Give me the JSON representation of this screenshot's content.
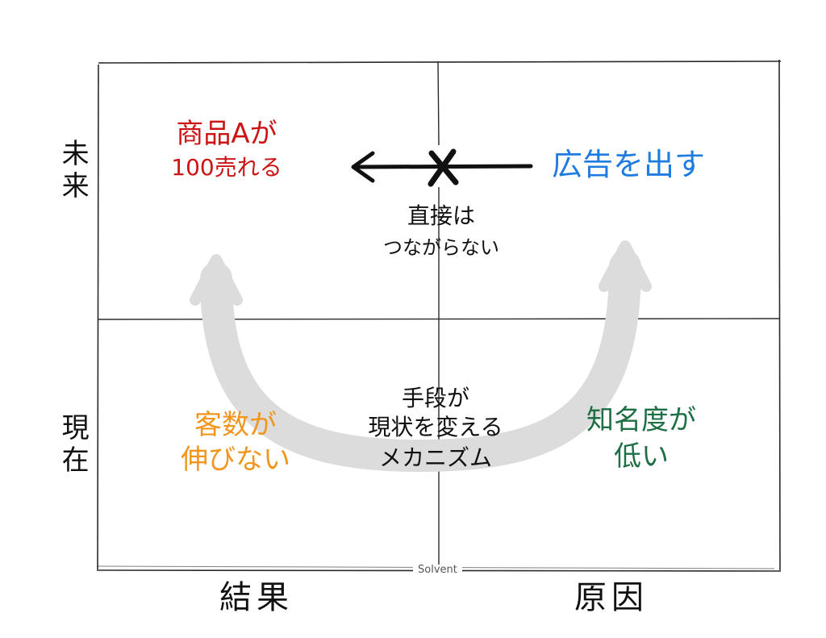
{
  "axes": {
    "top_row": "未来",
    "bottom_row": "現在",
    "left_col": "結果",
    "right_col": "原因"
  },
  "quadrants": {
    "future_result": {
      "line1": "商品Aが",
      "line2": "100売れる",
      "color": "#cc1414"
    },
    "future_cause": {
      "text": "広告を出す",
      "color": "#1e7be0"
    },
    "present_result": {
      "line1": "客数が",
      "line2": "伸びない",
      "color": "#f0961e"
    },
    "present_cause": {
      "line1": "知名度が",
      "line2": "低い",
      "color": "#1e6e46"
    }
  },
  "center_notes": {
    "direct": {
      "line1": "直接は",
      "line2": "つながらない"
    },
    "mechanism": {
      "line1": "手段が",
      "line2": "現状を変える",
      "line3": "メカニズム"
    }
  },
  "watermark": "Solvent",
  "colors": {
    "ink": "#111111",
    "grid": "#2a2a2a",
    "arrow_gray": "#dcdcdc"
  }
}
